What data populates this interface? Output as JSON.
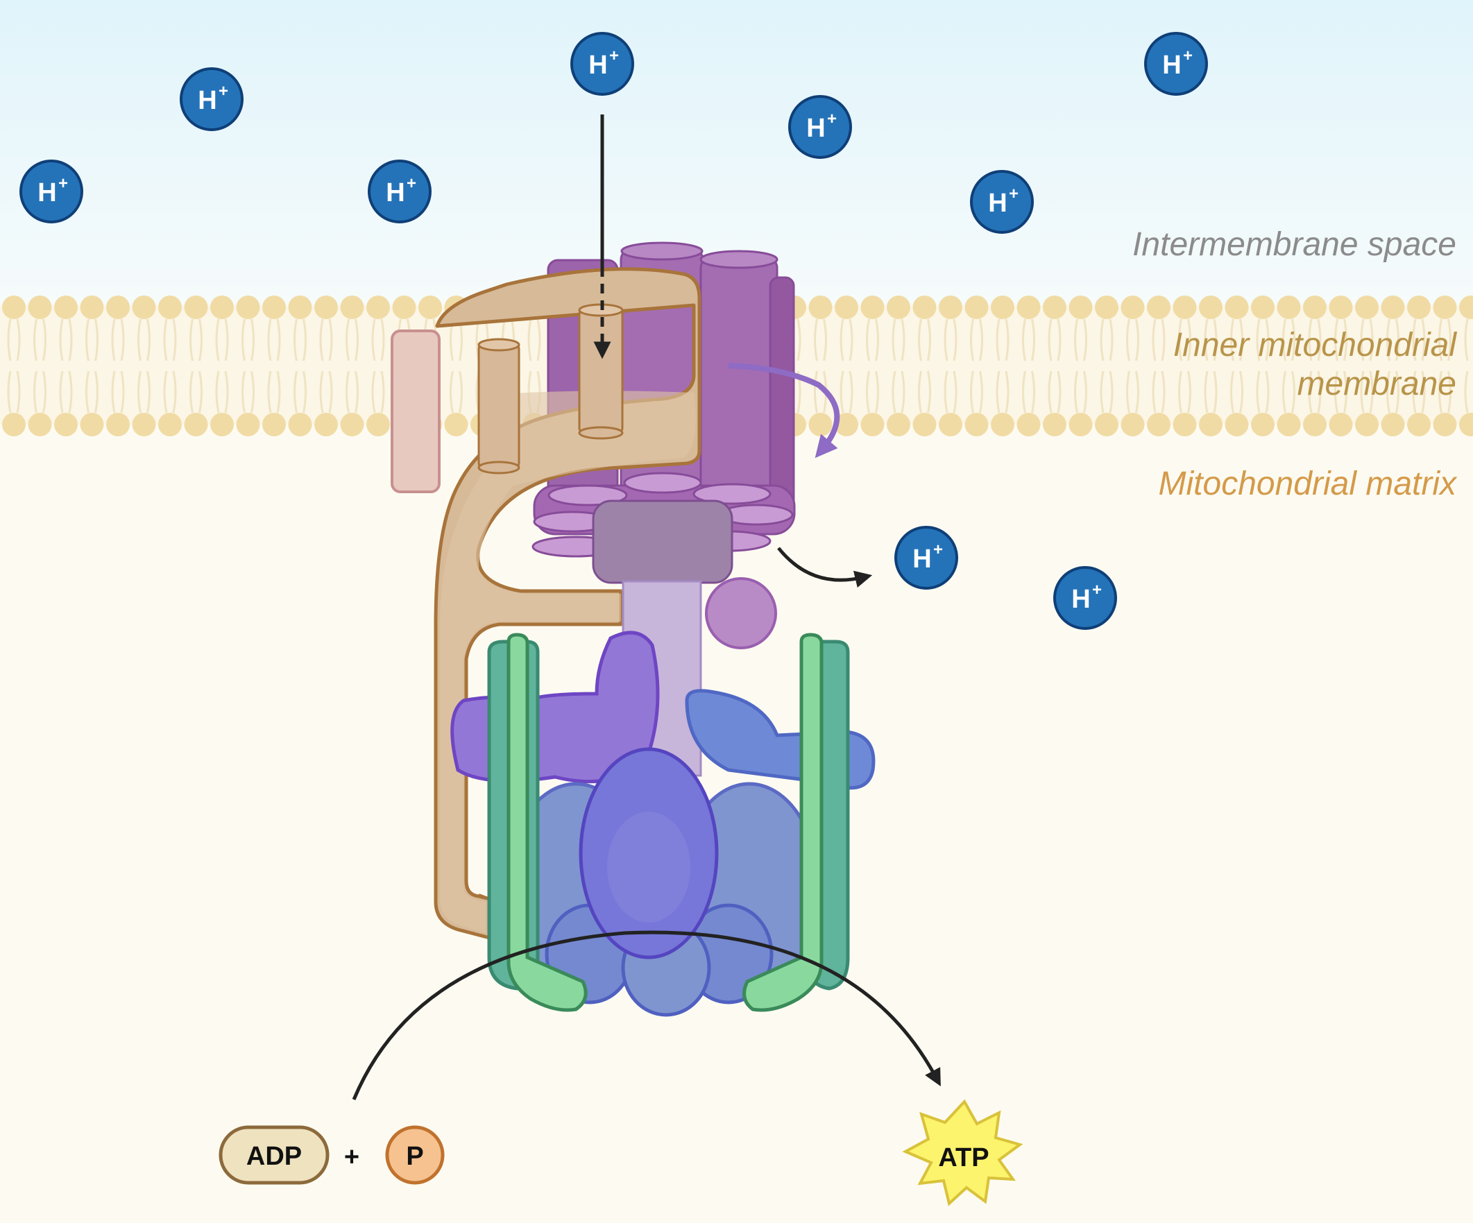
{
  "regions": {
    "intermembrane_space": "Intermembrane space",
    "inner_membrane_line1": "Inner mitochondrial",
    "inner_membrane_line2": "membrane",
    "matrix": "Mitochondrial matrix"
  },
  "ion_label": "H",
  "ion_charge": "+",
  "molecules": {
    "adp": "ADP",
    "plus": "+",
    "phosphate": "P",
    "atp": "ATP"
  },
  "colors": {
    "intermembrane_top": "#e0f4fb",
    "matrix_bg": "#fdfbf1",
    "lipid_head": "#f2dca8",
    "proton_fill": "#2473b8",
    "proton_stroke": "#0f3f78",
    "stator_tan": "#d8bc9b",
    "stator_stroke": "#a8763f",
    "c_ring_purple": "#9e66ac",
    "alpha_beta_blue": "#7f93d6",
    "gamma_violet": "#7a78d8",
    "green_arm": "#7fd09a",
    "adp_fill": "#efe2bf",
    "phosphate_fill": "#f6c28f",
    "atp_fill": "#fbf46c",
    "label_gray": "#8b8b8b",
    "label_gold": "#b8944a",
    "label_orange": "#d49a4a"
  }
}
